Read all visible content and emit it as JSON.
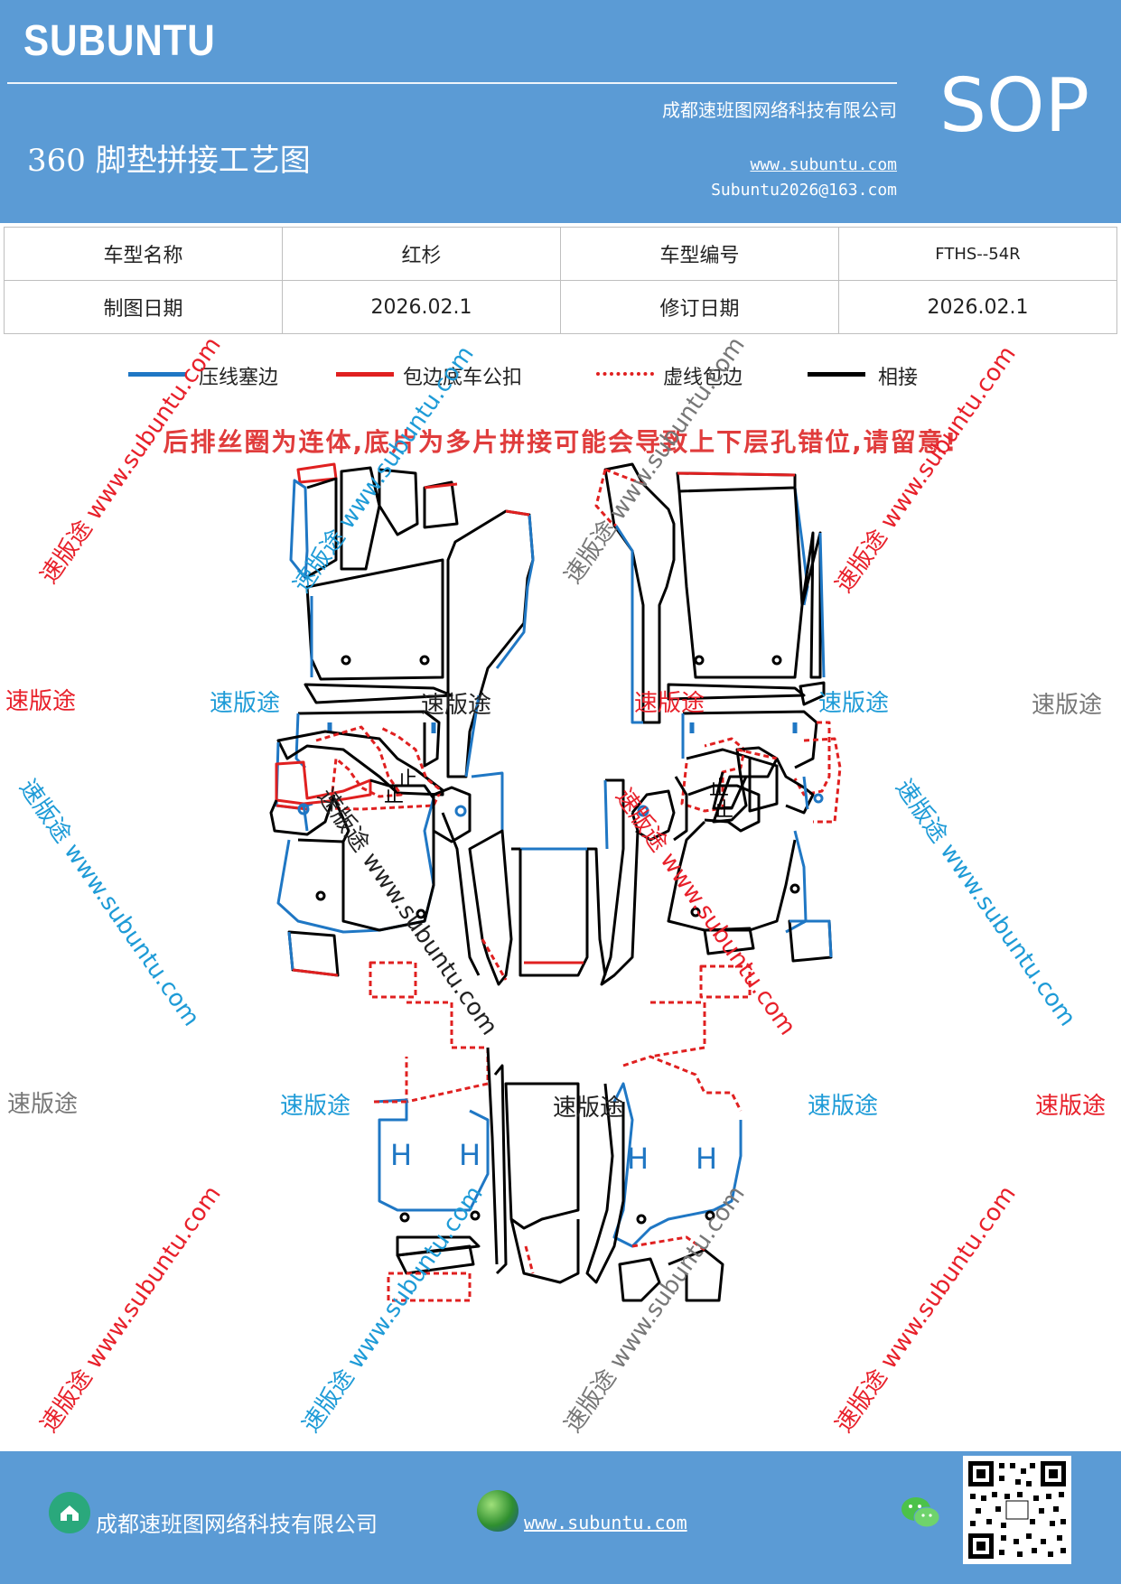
{
  "header": {
    "brand": "SUBUNTU",
    "sop": "SOP",
    "company": "成都速班图网络科技有限公司",
    "title": "360 脚垫拼接工艺图",
    "website": "www.subuntu.com",
    "email": "Subuntu2026@163.com"
  },
  "meta_table": {
    "rows": [
      [
        "车型名称",
        "红杉",
        "车型编号",
        "FTHS--54R"
      ],
      [
        "制图日期",
        "2026.02.1",
        "修订日期",
        "2026.02.1"
      ]
    ]
  },
  "legend": [
    {
      "label": "压线塞边",
      "color": "#1f77c4",
      "style": "solid"
    },
    {
      "label": "包边底车公扣",
      "color": "#e02020",
      "style": "solid"
    },
    {
      "label": "虚线包边",
      "color": "#e02020",
      "style": "dotted"
    },
    {
      "label": "相接",
      "color": "#000000",
      "style": "solid"
    }
  ],
  "warning": "后排丝圈为连体,底片为多片拼接可能会导致上下层孔错位,请留意!",
  "watermarks": {
    "short": "速版途",
    "long": "速版途 www.subuntu.com",
    "colors": {
      "red": "#e8202a",
      "blue": "#1e9bd7",
      "gray": "#777777",
      "black": "#222222"
    }
  },
  "footer": {
    "company": "成都速班图网络科技有限公司",
    "website": "www.subuntu.com"
  },
  "colors": {
    "header_bg": "#5b9bd5",
    "warning": "#e03c3c"
  }
}
